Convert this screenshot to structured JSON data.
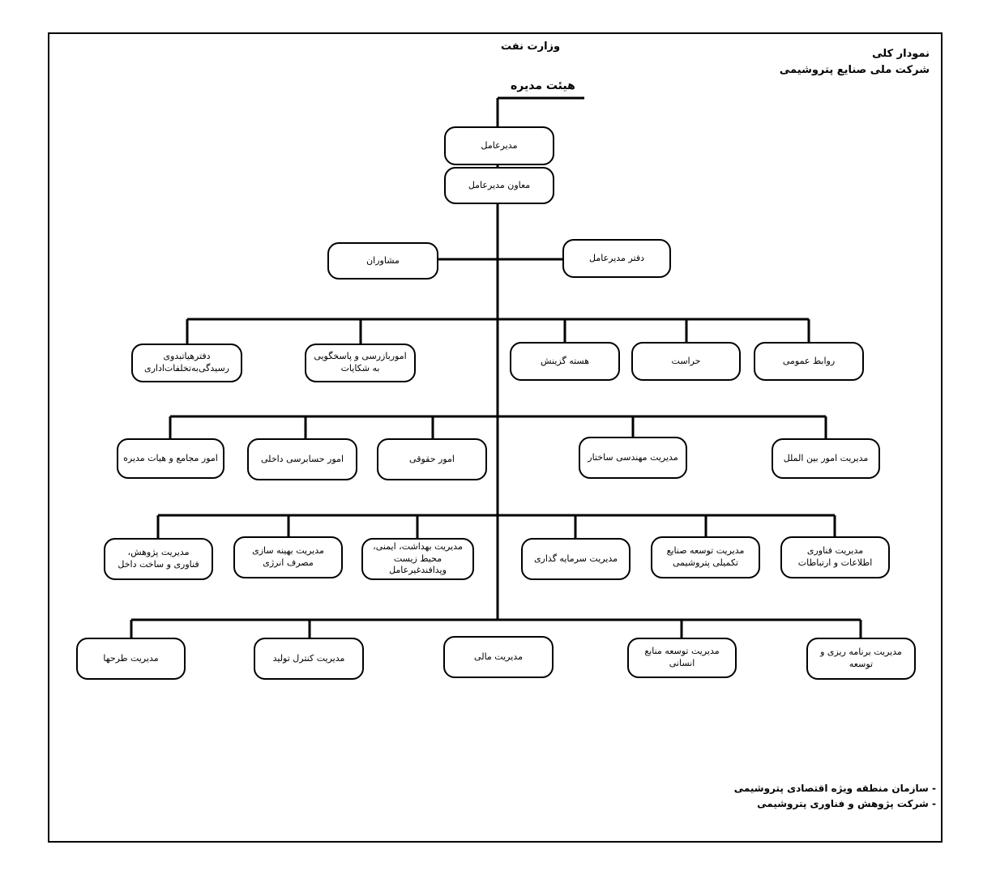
{
  "header": {
    "ministry": "وزارت نفت",
    "board": "هیئت مدیره",
    "chart_title_line1": "نمودار کلی",
    "chart_title_line2": "شرکت ملی صنایع پتروشیمی"
  },
  "top": {
    "ceo": "مدیرعامل",
    "deputy_ceo": "معاون مدیرعامل",
    "advisors": "مشاوران",
    "ceo_office": "دفتر مدیرعامل"
  },
  "row1": {
    "public_relations": "روابط عمومی",
    "security": "حراست",
    "selection_core": "هسته گزینش",
    "inspection_line1": "اموربازرسی و پاسخگویی",
    "inspection_line2": "به شکایات",
    "admin_violations_line1": "دفترهیاتبدوی",
    "admin_violations_line2": "رسیدگی‌به‌تخلفات‌اداری"
  },
  "row2": {
    "international": "مدیریت امور بین الملل",
    "building_engineering": "مدیریت مهندسی ساختار",
    "legal": "امور حقوقی",
    "internal_audit": "امور حسابرسی داخلی",
    "assemblies_board": "امور مجامع و هیات مدیره"
  },
  "row3": {
    "ict_line1": "مدیریت فناوری",
    "ict_line2": "اطلاعات و ارتباطات",
    "downstream_line1": "مدیریت توسعه صنایع",
    "downstream_line2": "تکمیلی پتروشیمی",
    "investment": "مدیریت سرمایه گذاری",
    "hse_line1": "مدیریت بهداشت، ایمنی،",
    "hse_line2": "محیط زیست وپدافندغیرعامل",
    "energy_line1": "مدیریت بهینه سازی",
    "energy_line2": "مصرف انرژی",
    "research_line1": "مدیریت پژوهش،",
    "research_line2": "فناوری و ساخت داخل"
  },
  "row4": {
    "planning": "مدیریت برنامه ریزی و توسعه",
    "hr": "مدیریت توسعه منابع انسانی",
    "finance": "مدیریت مالی",
    "production_control": "مدیریت کنترل تولید",
    "projects": "مدیریت طرحها"
  },
  "footer": {
    "item1": "سازمان منطقه ویژه اقتصادی پتروشیمی",
    "item2": "شرکت پژوهش و فناوری پتروشیمی"
  }
}
